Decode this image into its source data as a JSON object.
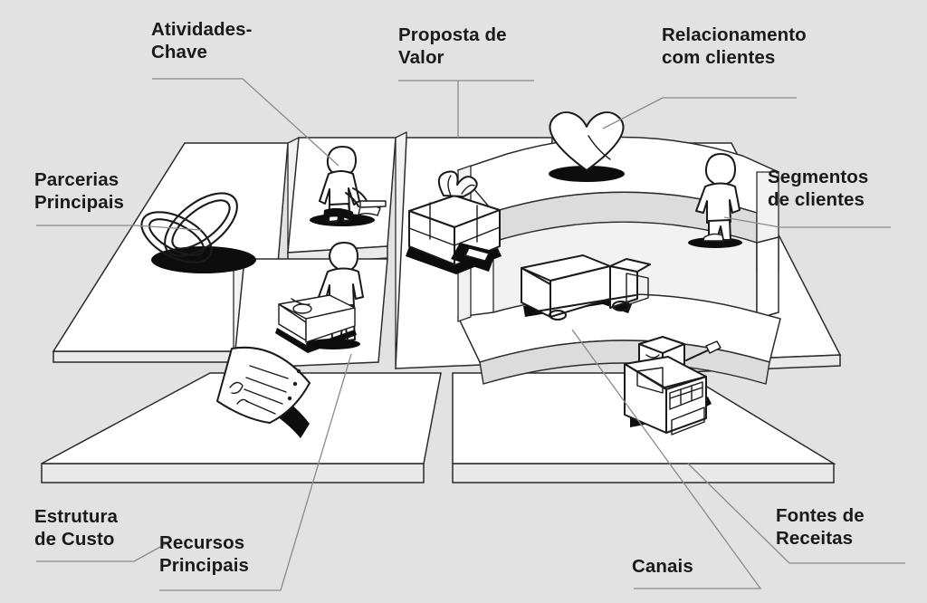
{
  "diagram": {
    "title": "Business Model Canvas",
    "language": "pt-BR",
    "style": "isometric 3d sketch illustration",
    "background_color": "#e2e2e2",
    "slab_top_color": "#ffffff",
    "slab_side_color": "#e8e8e8",
    "ink_color": "#1a1a1a",
    "leader_line_color": "#8a8a8a"
  },
  "labels": {
    "key_partners": "Parcerias\nPrincipais",
    "key_activities": "Atividades-\nChave",
    "value_proposition": "Proposta de\nValor",
    "customer_relationships": "Relacionamento\ncom clientes",
    "customer_segments": "Segmentos\nde clientes",
    "cost_structure": "Estrutura\nde Custo",
    "key_resources": "Recursos\nPrincipais",
    "channels": "Canais",
    "revenue_streams": "Fontes de\nReceitas"
  },
  "blocks": [
    {
      "id": "key-partners",
      "label": "Parcerias\nPrincipais",
      "icon": "interlocking-rings-icon"
    },
    {
      "id": "key-activities",
      "label": "Atividades-\nChave",
      "icon": "worker-sweeping-icon"
    },
    {
      "id": "key-resources",
      "label": "Recursos\nPrincipais",
      "icon": "worker-machine-icon"
    },
    {
      "id": "value-proposition",
      "label": "Proposta de\nValor",
      "icon": "gift-box-icon"
    },
    {
      "id": "customer-relationships",
      "label": "Relacionamento\ncom clientes",
      "icon": "heart-icon"
    },
    {
      "id": "channels",
      "label": "Canais",
      "icon": "delivery-truck-icon"
    },
    {
      "id": "customer-segments",
      "label": "Segmentos\nde clientes",
      "icon": "standing-person-icon"
    },
    {
      "id": "cost-structure",
      "label": "Estrutura\nde Custo",
      "icon": "invoice-document-icon"
    },
    {
      "id": "revenue-streams",
      "label": "Fontes de\nReceitas",
      "icon": "cash-register-icon"
    }
  ]
}
